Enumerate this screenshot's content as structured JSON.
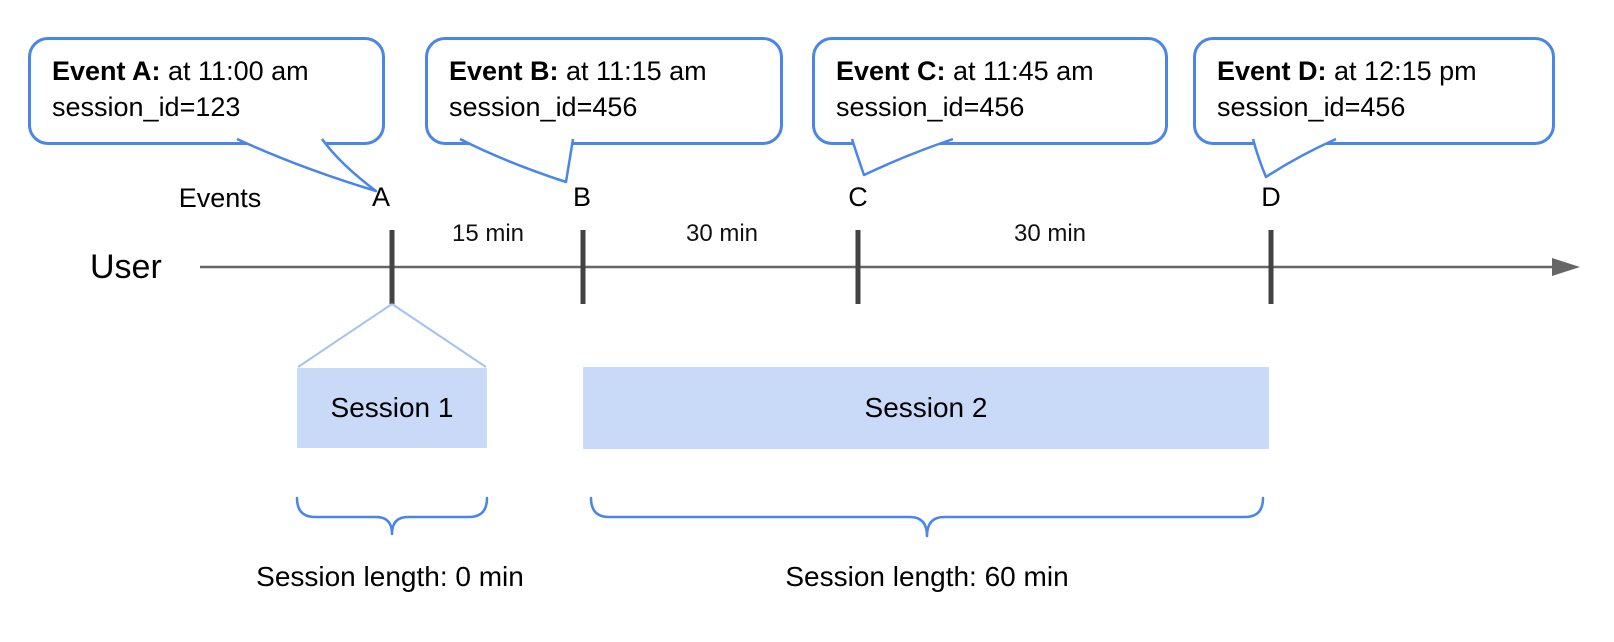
{
  "colors": {
    "bubble_border": "#4a86e8",
    "session_fill": "#c9daf8",
    "funnel_line": "#a4c2f4",
    "axis_line": "#666666",
    "tick_mark": "#434343",
    "text": "#000000"
  },
  "bubbles": [
    {
      "bold": "Event A:",
      "rest": " at 11:00 am",
      "line2": "session_id=123"
    },
    {
      "bold": "Event B:",
      "rest": " at 11:15 am",
      "line2": "session_id=456"
    },
    {
      "bold": "Event C:",
      "rest": " at 11:45 am",
      "line2": "session_id=456"
    },
    {
      "bold": "Event D:",
      "rest": " at 12:15 pm",
      "line2": "session_id=456"
    }
  ],
  "labels": {
    "events": "Events",
    "user": "User"
  },
  "event_marks": [
    "A",
    "B",
    "C",
    "D"
  ],
  "intervals": [
    "15 min",
    "30 min",
    "30 min"
  ],
  "sessions": [
    {
      "name": "Session 1",
      "length": "Session length: 0 min"
    },
    {
      "name": "Session 2",
      "length": "Session length: 60 min"
    }
  ]
}
